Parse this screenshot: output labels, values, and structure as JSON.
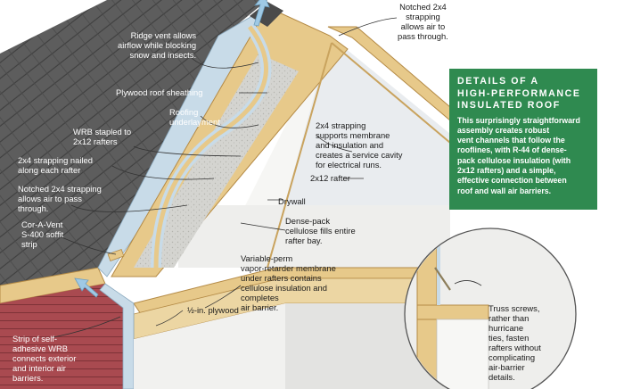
{
  "info_box": {
    "title": "DETAILS OF A\nHIGH-PERFORMANCE\nINSULATED ROOF",
    "body": "This surprisingly straightforward\nassembly creates robust\nvent channels that follow the\nrooflines, with R-44 of dense-\npack cellulose insulation (with\n2x12 rafters) and a simple,\neffective connection between\nroof and wall air barriers."
  },
  "labels": {
    "notched_strapping_top": "Notched 2x4\nstrapping\nallows air to\npass through.",
    "ridge_vent": "Ridge vent allows\nairflow while blocking\nsnow and insects.",
    "plywood_sheathing": "Plywood roof sheathing",
    "roofing_underlayment": "Roofing\nunderlayment",
    "wrb_stapled": "WRB stapled to\n2x12 rafters",
    "strapping_membrane": "2x4 strapping\nsupports membrane\nand insulation and\ncreates a service cavity\nfor electrical runs.",
    "strapping_nailed": "2x4 strapping nailed\nalong each rafter",
    "rafter_2x12": "2x12 rafter",
    "notched_strapping_left": "Notched 2x4 strapping\nallows air to pass\nthrough.",
    "drywall": "Drywall",
    "cellulose": "Dense-pack\ncellulose fills entire\nrafter bay.",
    "soffit_strip": "Cor-A-Vent\nS-400 soffit\nstrip",
    "vapor_membrane": "Variable-perm\nvapor-retarder membrane\nunder rafters contains\ncellulose insulation and\ncompletes\nair barrier.",
    "plywood_half": "½-in. plywood",
    "wrb_strip": "Strip of self-\nadhesive WRB\nconnects exterior\nand interior air\nbarriers.",
    "truss_screws": "Truss screws,\nrather than\nhurricane\nties, fasten\nrafters without\ncomplicating\nair-barrier\ndetails."
  },
  "colors": {
    "shingle": "#5d5d5d",
    "shingle_line": "#3f3f3f",
    "wood": "#e7c98a",
    "wood_dark": "#c9a35e",
    "membrane": "#c8dbe8",
    "cellulose": "#d4d4d0",
    "siding": "#a94a50",
    "interior_wall": "#f1f1ef",
    "box_green": "#2f8a50",
    "arrow_blue": "#9fc9e4"
  }
}
